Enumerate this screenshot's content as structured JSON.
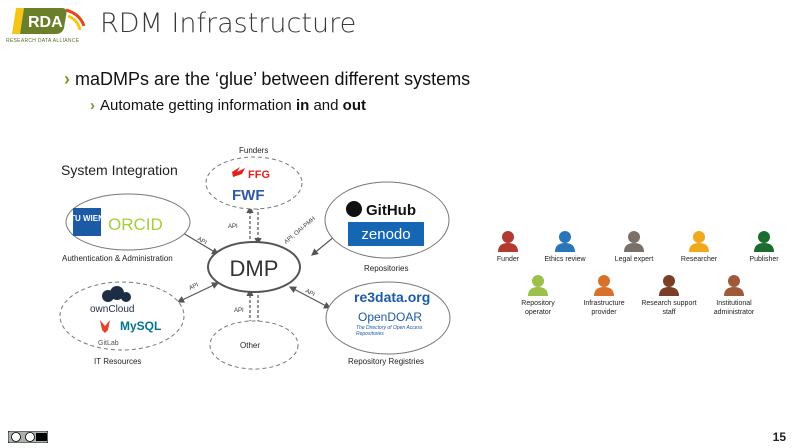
{
  "header": {
    "logo_text": "RDA",
    "logo_sub": "RESEARCH DATA ALLIANCE",
    "title": "RDM Infrastructure"
  },
  "bullets": {
    "b1": "maDMPs are the ‘glue’ between different systems",
    "b2_pre": "Automate getting information ",
    "b2_in": "in",
    "b2_mid": " and ",
    "b2_out": "out"
  },
  "diagram": {
    "title": "System Integration",
    "center": "DMP",
    "funders": {
      "label": "Funders",
      "logo1": "FFG",
      "logo2": "FWF"
    },
    "auth": {
      "label": "Authentication & Administration",
      "logo1": "TU WIEN",
      "logo2": "ORCID"
    },
    "repos": {
      "label": "Repositories",
      "logo1": "GitHub",
      "logo2": "zenodo"
    },
    "it": {
      "label": "IT Resources",
      "logo1": "ownCloud",
      "logo2": "MySQL",
      "logo3": "GitLab"
    },
    "registries": {
      "label": "Repository Registries",
      "logo1": "re3data.org",
      "logo2": "OpenDOAR",
      "logo3": "The Directory of Open Access Repositories"
    },
    "other": {
      "label": "Other"
    },
    "api": "API",
    "api_oai": "API, OAI-PMH"
  },
  "people": [
    {
      "label": "Funder",
      "color": "#b23a2e"
    },
    {
      "label": "Ethics review",
      "color": "#2a74b8"
    },
    {
      "label": "Legal expert",
      "color": "#7a7068"
    },
    {
      "label": "Researcher",
      "color": "#f0a91c"
    },
    {
      "label": "Publisher",
      "color": "#1a6d2e"
    },
    {
      "label": "Repository operator",
      "color": "#9cc04a"
    },
    {
      "label": "Infrastructure provider",
      "color": "#d8722a"
    },
    {
      "label": "Research support staff",
      "color": "#7a3d26"
    },
    {
      "label": "Institutional administrator",
      "color": "#a05a3a"
    }
  ],
  "footer": {
    "page": "15",
    "license": "cc by"
  }
}
